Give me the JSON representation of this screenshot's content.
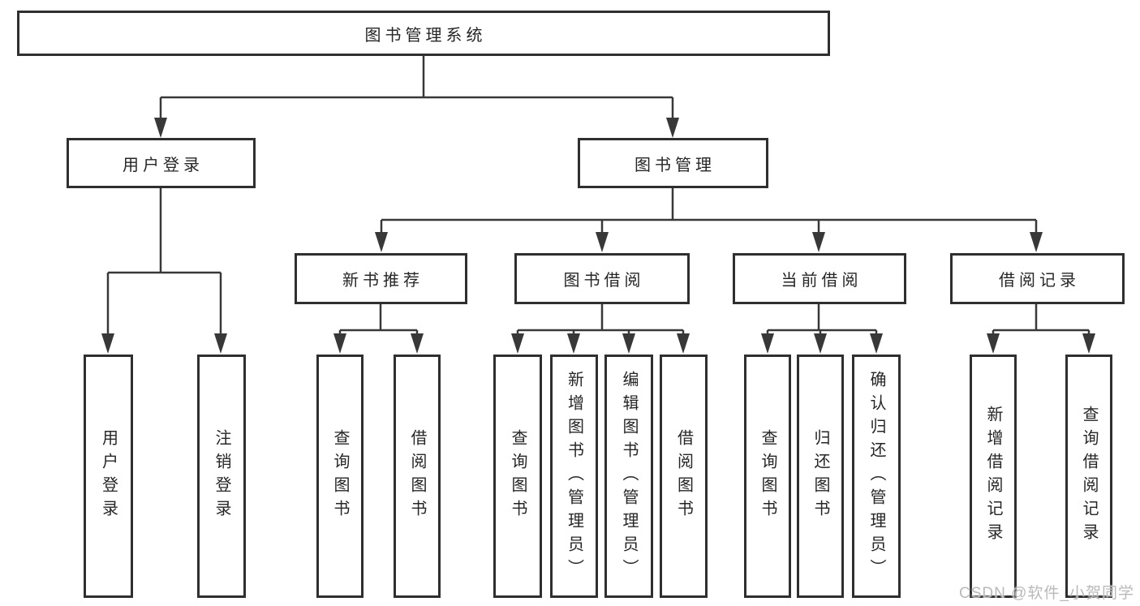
{
  "colors": {
    "background": "#ffffff",
    "box_border": "#2f2f2f",
    "connector_line": "#383838",
    "text": "#262626",
    "watermark": "#b9b9b9"
  },
  "watermark": {
    "text": "CSDN @软件_小贺同学"
  },
  "tree": {
    "root": {
      "label": "图书管理系统"
    },
    "user_login": {
      "label": "用户登录",
      "children": [
        {
          "label": "用户登录"
        },
        {
          "label": "注销登录"
        }
      ]
    },
    "book_mgmt": {
      "label": "图书管理",
      "children": [
        {
          "label": "新书推荐",
          "children": [
            {
              "label": "查询图书"
            },
            {
              "label": "借阅图书"
            }
          ]
        },
        {
          "label": "图书借阅",
          "children": [
            {
              "label": "查询图书"
            },
            {
              "label": "新增图书（管理员）"
            },
            {
              "label": "编辑图书（管理员）"
            },
            {
              "label": "借阅图书"
            }
          ]
        },
        {
          "label": "当前借阅",
          "children": [
            {
              "label": "查询图书"
            },
            {
              "label": "归还图书"
            },
            {
              "label": "确认归还（管理员）"
            }
          ]
        },
        {
          "label": "借阅记录",
          "children": [
            {
              "label": "新增借阅记录"
            },
            {
              "label": "查询借阅记录"
            }
          ]
        }
      ]
    }
  }
}
